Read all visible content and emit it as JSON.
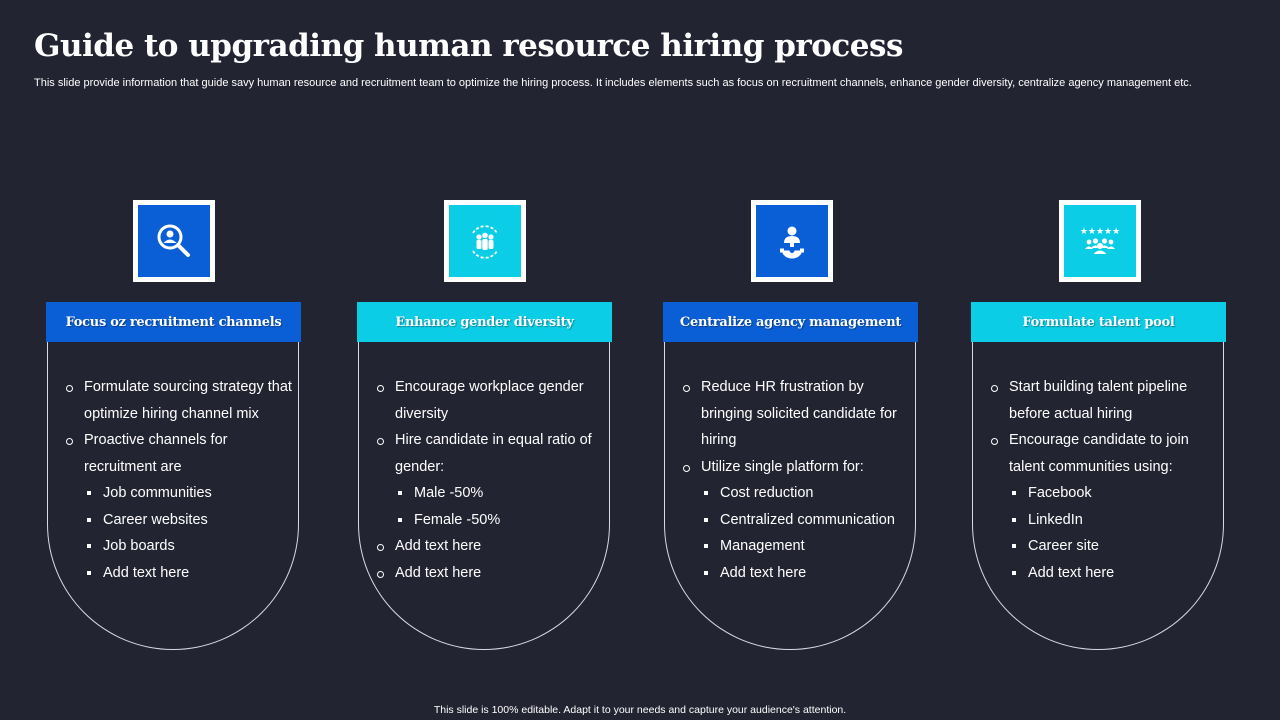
{
  "title": "Guide to upgrading human resource hiring process",
  "subtitle": "This slide provide information that guide savy human resource and recruitment team to optimize the hiring process. It includes elements such as focus on recruitment channels, enhance gender diversity, centralize agency management etc.",
  "footer": "This slide is 100% editable. Adapt it to your needs and capture your audience's attention.",
  "colors": {
    "background": "#232431",
    "blue": "#0b5fd6",
    "cyan": "#0ccde6"
  },
  "columns": [
    {
      "icon": "search-person-icon",
      "header": "Focus oz recruitment channels",
      "items": [
        {
          "text": "Formulate sourcing strategy that optimize hiring channel mix"
        },
        {
          "text": "Proactive channels for recruitment are"
        },
        {
          "text": "Job communities"
        },
        {
          "text": "Career websites"
        },
        {
          "text": "Job boards"
        },
        {
          "text": "Add text here"
        }
      ]
    },
    {
      "icon": "diversity-group-icon",
      "header": "Enhance gender diversity",
      "items": [
        {
          "text": "Encourage workplace gender diversity"
        },
        {
          "text": "Hire candidate in equal ratio of gender:"
        },
        {
          "text": "Male -50%"
        },
        {
          "text": "Female -50%"
        },
        {
          "text": "Add text here"
        },
        {
          "text": "Add text here"
        }
      ]
    },
    {
      "icon": "manager-gear-icon",
      "header": "Centralize agency management",
      "items": [
        {
          "text": "Reduce HR frustration by bringing solicited candidate for hiring"
        },
        {
          "text": "Utilize single platform for:"
        },
        {
          "text": "Cost reduction"
        },
        {
          "text": "Centralized communication"
        },
        {
          "text": "Management"
        },
        {
          "text": "Add text here"
        }
      ]
    },
    {
      "icon": "talent-rating-icon",
      "header": "Formulate talent pool",
      "items": [
        {
          "text": "Start building talent pipeline before actual hiring"
        },
        {
          "text": "Encourage candidate to join talent communities using:"
        },
        {
          "text": "Facebook"
        },
        {
          "text": "LinkedIn"
        },
        {
          "text": "Career site"
        },
        {
          "text": "Add text here"
        }
      ]
    }
  ]
}
